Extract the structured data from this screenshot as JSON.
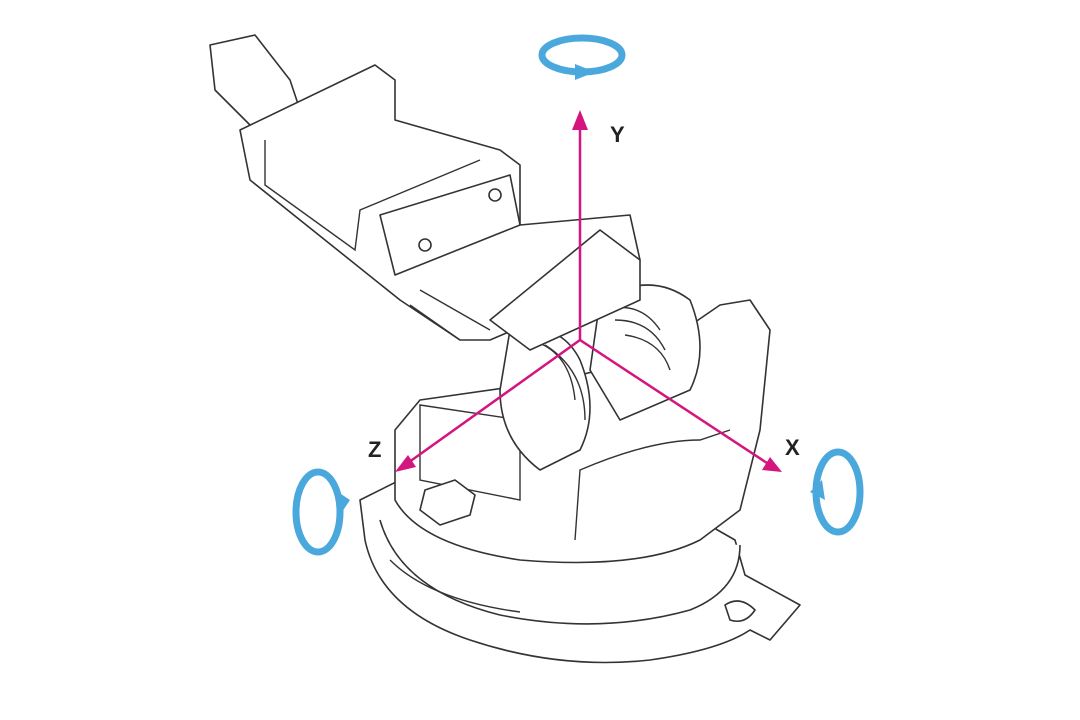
{
  "axes": {
    "x_label": "X",
    "y_label": "Y",
    "z_label": "Z"
  },
  "colors": {
    "axis": "#d4157f",
    "rotation_arrow": "#4aa8dc",
    "outline": "#333333"
  }
}
